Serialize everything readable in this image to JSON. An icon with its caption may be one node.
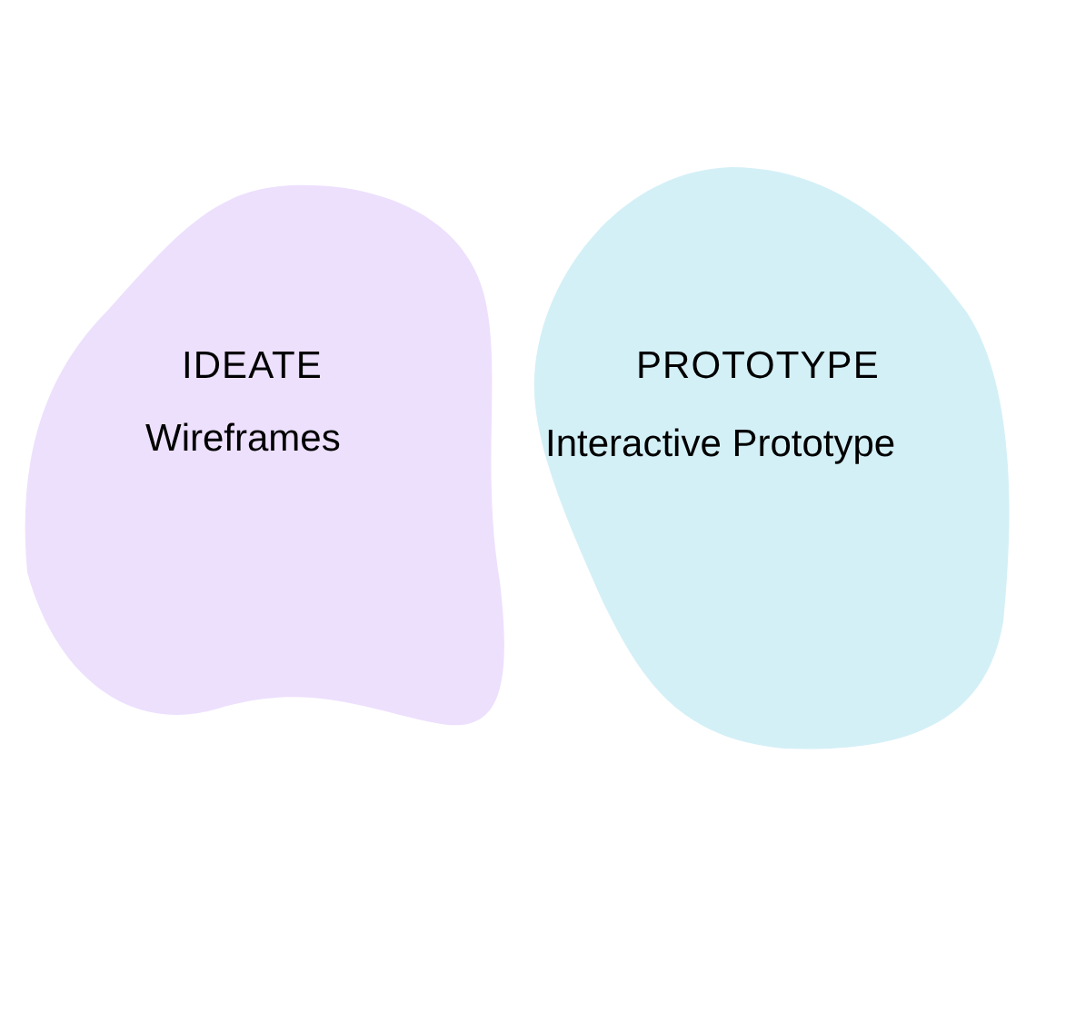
{
  "diagram": {
    "nodes": [
      {
        "text": [
          "IDEATE",
          "Wireframes"
        ]
      },
      {
        "text": [
          "PROTOTYPE",
          "Interactive Prototype"
        ]
      }
    ]
  }
}
